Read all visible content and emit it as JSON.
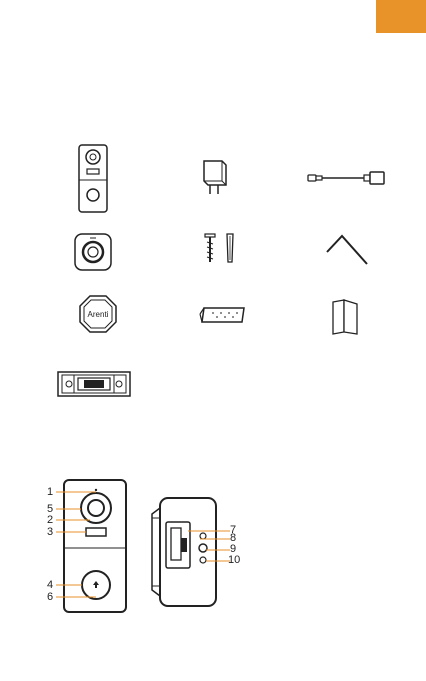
{
  "page": {
    "accent_color": "#e8922a"
  },
  "package_contents": [
    {
      "icon": "doorbell-icon"
    },
    {
      "icon": "power-adapter-icon"
    },
    {
      "icon": "usb-cable-icon"
    },
    {
      "icon": "chime-icon"
    },
    {
      "icon": "screws-and-anchors-icon"
    },
    {
      "icon": "allen-key-icon"
    },
    {
      "icon": "warning-sticker-icon"
    },
    {
      "icon": "wedge-mount-icon"
    },
    {
      "icon": "manual-icon"
    },
    {
      "icon": "bracket-icon"
    }
  ],
  "sticker_text": "Arenti",
  "diagram": {
    "front_labels": [
      "1",
      "5",
      "2",
      "3",
      "4",
      "6"
    ],
    "side_labels": [
      "7",
      "8",
      "9",
      "10"
    ]
  }
}
